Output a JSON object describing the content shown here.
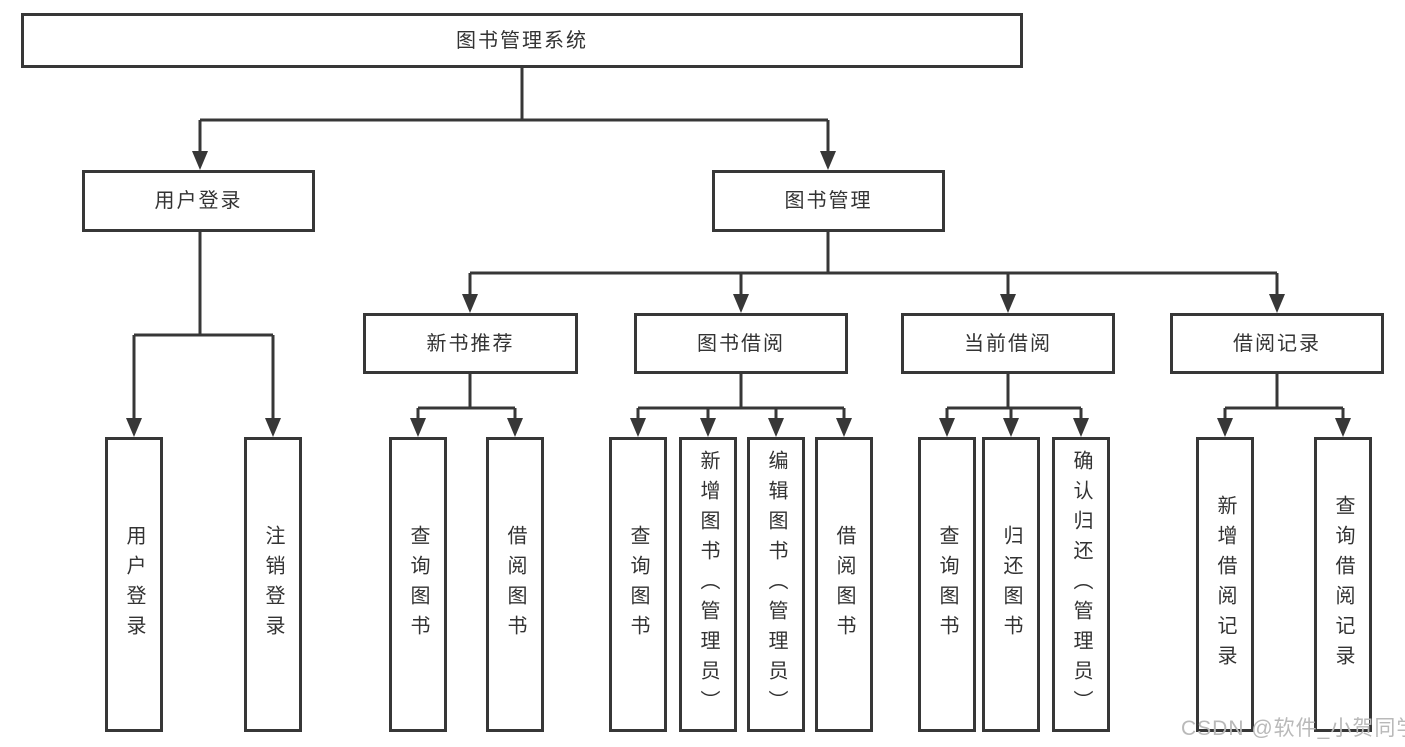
{
  "diagram": {
    "type": "hierarchy-tree",
    "root": {
      "label": "图书管理系统",
      "children": [
        {
          "label": "用户登录",
          "children": [
            {
              "label": "用户登录"
            },
            {
              "label": "注销登录"
            }
          ]
        },
        {
          "label": "图书管理",
          "children": [
            {
              "label": "新书推荐",
              "children": [
                {
                  "label": "查询图书"
                },
                {
                  "label": "借阅图书"
                }
              ]
            },
            {
              "label": "图书借阅",
              "children": [
                {
                  "label": "查询图书"
                },
                {
                  "label": "新增图书（管理员）"
                },
                {
                  "label": "编辑图书（管理员）"
                },
                {
                  "label": "借阅图书"
                }
              ]
            },
            {
              "label": "当前借阅",
              "children": [
                {
                  "label": "查询图书"
                },
                {
                  "label": "归还图书"
                },
                {
                  "label": "确认归还（管理员）"
                }
              ]
            },
            {
              "label": "借阅记录",
              "children": [
                {
                  "label": "新增借阅记录"
                },
                {
                  "label": "查询借阅记录"
                }
              ]
            }
          ]
        }
      ]
    }
  },
  "watermark": {
    "text": "CSDN @软件_小贺同学"
  },
  "colors": {
    "line": "#373737",
    "box_border": "#373737",
    "text": "#333333",
    "background": "#ffffff",
    "watermark": "#b9b9b9"
  }
}
